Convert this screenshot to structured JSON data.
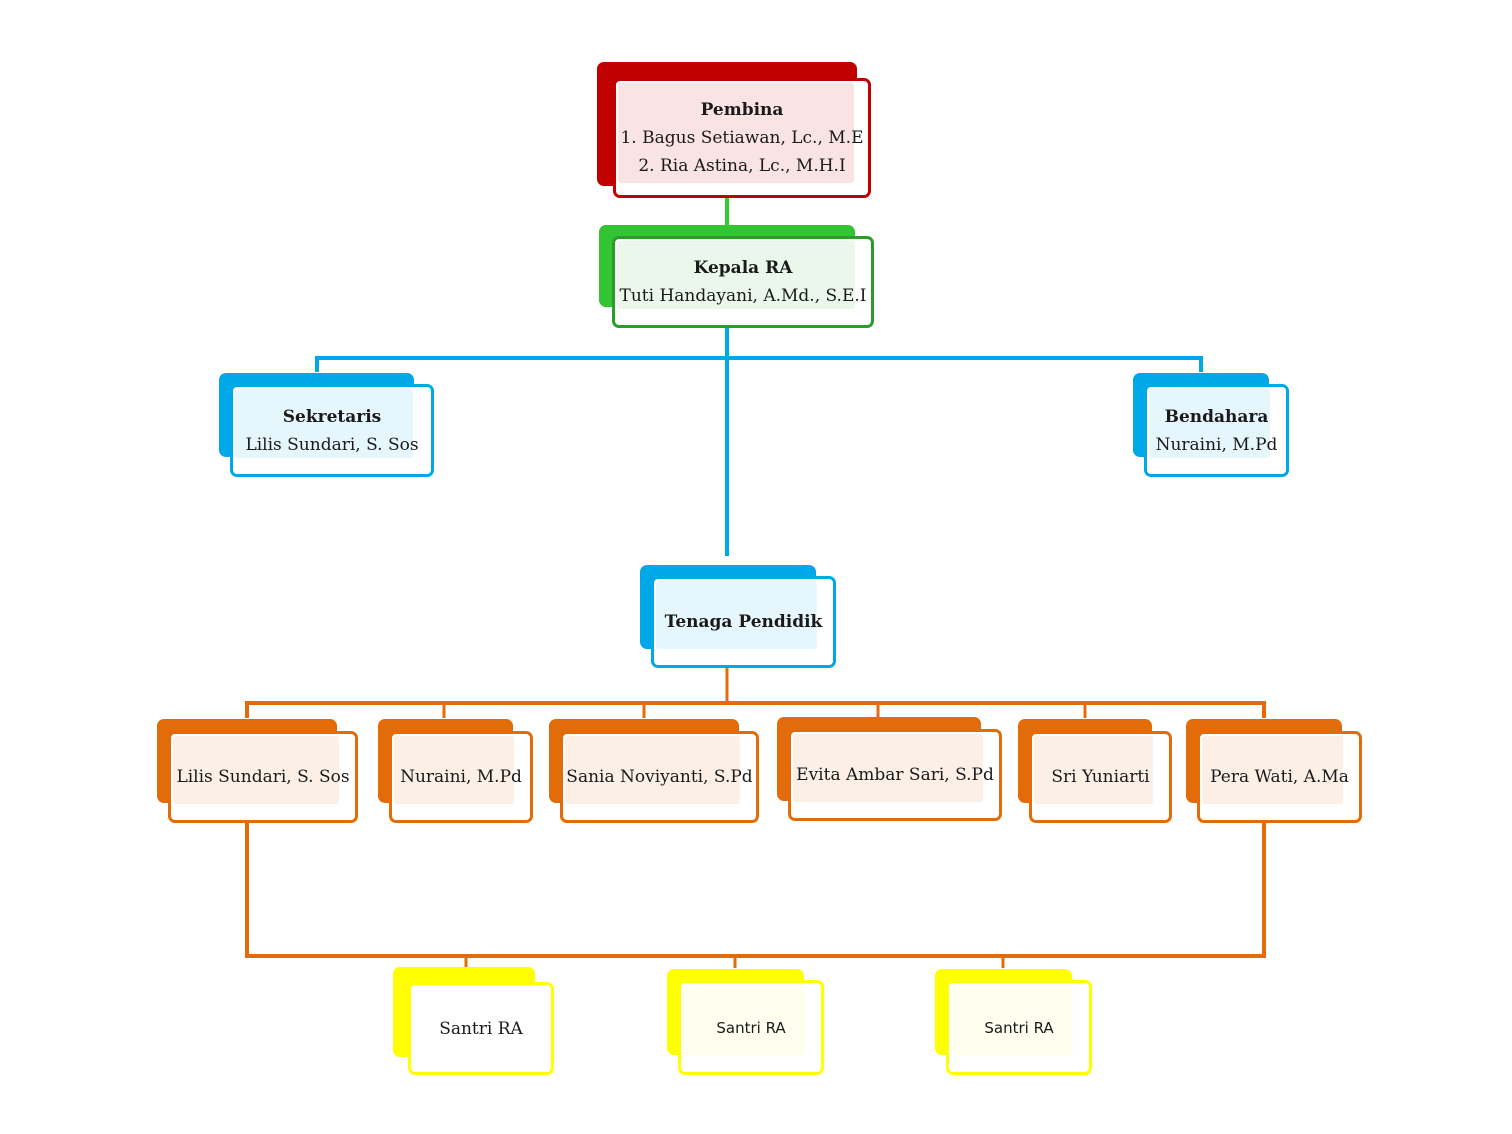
{
  "colors": {
    "pembina": "#c00000",
    "kepala": "#2a9d2a",
    "staff": "#00a8e8",
    "teachers": "#e36c0a",
    "students": "#ffff00"
  },
  "pembina": {
    "title": "Pembina",
    "line1": "1. Bagus Setiawan, Lc., M.E",
    "line2": "2. Ria Astina, Lc., M.H.I"
  },
  "kepala": {
    "title": "Kepala RA",
    "name": "Tuti Handayani, A.Md., S.E.I"
  },
  "sekretaris": {
    "title": "Sekretaris",
    "name": "Lilis Sundari, S. Sos"
  },
  "bendahara": {
    "title": "Bendahara",
    "name": "Nuraini, M.Pd"
  },
  "tenaga": {
    "title": "Tenaga Pendidik"
  },
  "teachers": [
    "Lilis Sundari, S. Sos",
    "Nuraini, M.Pd",
    "Sania Noviyanti, S.Pd",
    "Evita Ambar Sari, S.Pd",
    "Sri Yuniarti",
    "Pera Wati, A.Ma"
  ],
  "students": [
    "Santri RA",
    "Santri RA",
    "Santri RA"
  ]
}
